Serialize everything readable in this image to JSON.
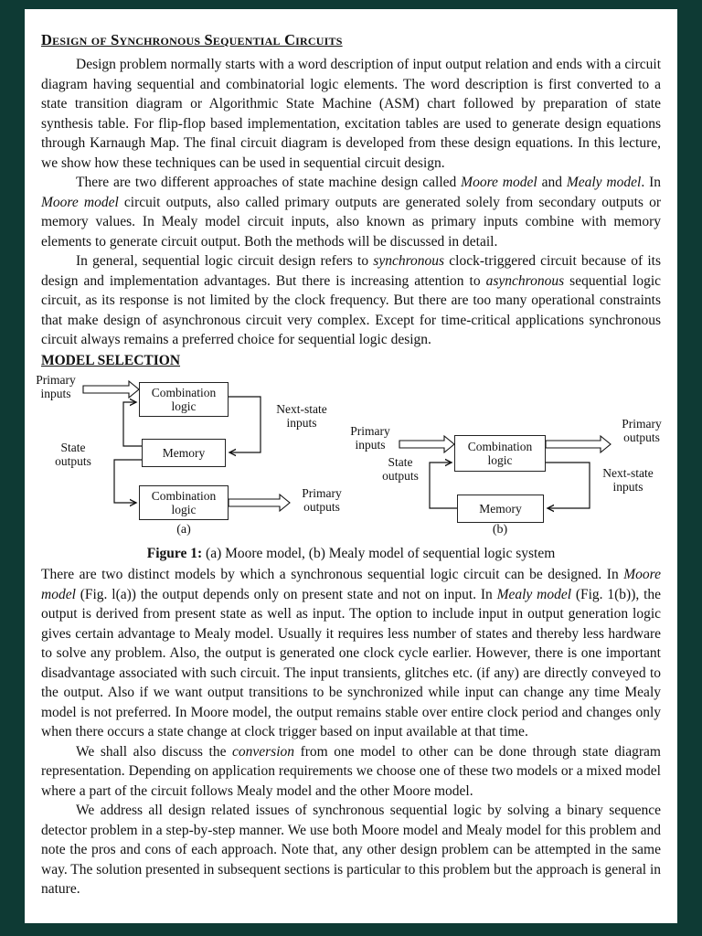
{
  "colors": {
    "reader_background": "#0e3a34",
    "page_background": "#ffffff",
    "text": "#111111"
  },
  "doc": {
    "title": "Design of Synchronous Sequential Circuits",
    "section_heading": "MODEL SELECTION"
  },
  "paragraphs": [
    {
      "indent": true,
      "segments": [
        {
          "t": "Design problem normally starts with a word description of input output relation and ends with a circuit diagram having sequential and combinatorial logic elements. The word description is first converted to a state transition diagram or Algorithmic State Machine (ASM) chart followed by preparation of state synthesis table. For flip-flop based implementation, excitation tables are used to generate design equations through Karnaugh Map. The final circuit diagram is developed from these design equations. In this lecture, we show how these techniques can be used in sequential circuit design."
        }
      ]
    },
    {
      "indent": true,
      "segments": [
        {
          "t": "There are two different approaches of state machine design called "
        },
        {
          "t": "Moore model",
          "i": true
        },
        {
          "t": " and "
        },
        {
          "t": "Mealy model",
          "i": true
        },
        {
          "t": ". In "
        },
        {
          "t": "Moore model",
          "i": true
        },
        {
          "t": " circuit outputs, also called primary outputs are generated solely from secondary outputs or memory values. In Mealy model circuit inputs, also known as primary inputs combine with memory elements to generate circuit output. Both the methods will be discussed in detail."
        }
      ]
    },
    {
      "indent": true,
      "segments": [
        {
          "t": "In general, sequential logic circuit design refers to "
        },
        {
          "t": "synchronous",
          "i": true
        },
        {
          "t": " clock-triggered circuit because of its design and implementation advantages. But there is increasing attention to "
        },
        {
          "t": "asynchronous",
          "i": true
        },
        {
          "t": " sequential logic circuit, as its response is not limited by the clock frequency. But there are too many operational constraints that make design of asynchronous circuit very complex. Except for time-critical applications synchronous circuit always remains a preferred choice for sequential logic design."
        }
      ]
    },
    {
      "indent": false,
      "segments": [
        {
          "t": "There are two distinct models by which a synchronous sequential logic circuit can be designed. In "
        },
        {
          "t": "Moore model",
          "i": true
        },
        {
          "t": " (Fig. l(a)) the output depends only on present state and not on input. In "
        },
        {
          "t": "Mealy model",
          "i": true
        },
        {
          "t": " (Fig. 1(b)), the output is derived from present state as well as input. The option to include input in output generation logic gives certain advantage to Mealy model. Usually it requires less number of states and thereby less hardware to solve any problem. Also, the output is generated one clock cycle earlier. However, there is one important disadvantage associated with such circuit. The input transients, glitches etc. (if any) are directly conveyed to the output. Also if we want output transitions to be synchronized while input can change any time Mealy model is not preferred. In Moore model, the output remains stable over entire clock period and changes only when there occurs a state change at clock trigger based on input available at that time."
        }
      ]
    },
    {
      "indent": true,
      "segments": [
        {
          "t": "We shall also discuss the "
        },
        {
          "t": "conversion",
          "i": true
        },
        {
          "t": " from one model to other can be done through state diagram representation. Depending on application requirements we choose one of these two models or a mixed model where a part of the circuit follows Mealy model and the other Moore model."
        }
      ]
    },
    {
      "indent": true,
      "segments": [
        {
          "t": "We address all design related issues of synchronous sequential logic by solving a binary sequence detector problem in a step-by-step manner. We use both Moore model and Mealy model for this problem and note the pros and cons of each approach. Note that, any other design problem can be attempted in the same way. The solution presented in subsequent sections is particular to this problem but the approach is general in nature."
        }
      ]
    }
  ],
  "figure": {
    "caption_label": "Figure 1:",
    "caption_rest": " (a) Moore model, (b) Mealy model of sequential logic system",
    "moore": {
      "tag": "(a)",
      "primary_inputs": "Primary inputs",
      "combination_logic_top": "Combination logic",
      "next_state_inputs": "Next-state inputs",
      "state_outputs": "State outputs",
      "memory": "Memory",
      "combination_logic_bottom": "Combination logic",
      "primary_outputs": "Primary outputs"
    },
    "mealy": {
      "tag": "(b)",
      "primary_inputs": "Primary inputs",
      "combination_logic": "Combination logic",
      "memory": "Memory",
      "state_outputs": "State outputs",
      "next_state_inputs": "Next-state inputs",
      "primary_outputs": "Primary outputs"
    }
  }
}
